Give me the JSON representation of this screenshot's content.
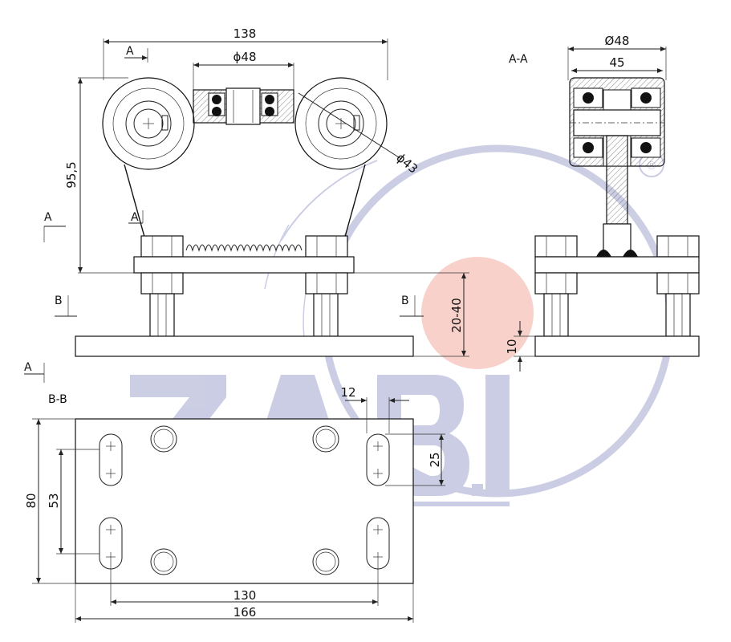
{
  "dimensions": {
    "total_width_top": "138",
    "center_wheel_diameter": "ϕ48",
    "wheel_diameter": "ϕ43",
    "height": "95,5",
    "adjust_range": "20-40",
    "plate_thickness": "10",
    "section_diameter": "Ø48",
    "section_width": "45",
    "slot_offset": "12",
    "slot_length": "25",
    "plate_height": "80",
    "hole_spacing_vertical": "53",
    "hole_spacing_horizontal": "130",
    "plate_width": "166"
  },
  "section_labels": {
    "a": "A",
    "b": "B",
    "section_aa": "A-A",
    "section_bb": "B-B"
  },
  "watermark": {
    "text": "ZABI",
    "trademark": "®",
    "color": "#c9cbe3"
  },
  "colors": {
    "line": "#222222",
    "marker": "#f4c6bd",
    "watermark": "#c9cbe3"
  }
}
